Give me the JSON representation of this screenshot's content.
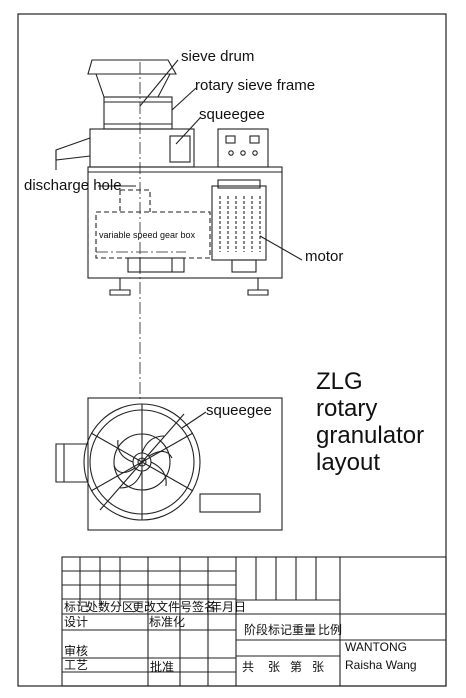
{
  "labels": {
    "sieve_drum": "sieve drum",
    "rotary_sieve_frame": "rotary sieve frame",
    "squeegee_top": "squeegee",
    "discharge_hole": "discharge hole",
    "gear_box": "variable speed gear box",
    "motor": "motor",
    "squeegee_bottom": "squeegee"
  },
  "title": {
    "line1": "ZLG",
    "line2": "rotary",
    "line3": "granulator",
    "line4": "layout"
  },
  "title_block": {
    "row_marks": "标记",
    "row_count": "处数",
    "row_zone": "分区",
    "row_change_doc": "更改文件号",
    "row_sign": "签名",
    "row_date": "年月日",
    "design": "设计",
    "standardize": "标准化",
    "stage_mark": "阶段标记",
    "weight": "重量",
    "scale": "比例",
    "review": "审核",
    "process": "工艺",
    "approve": "批准",
    "total": "共",
    "sheet1": "张",
    "page": "第",
    "sheet2": "张",
    "company": "WANTONG",
    "person": "Raisha Wang"
  }
}
